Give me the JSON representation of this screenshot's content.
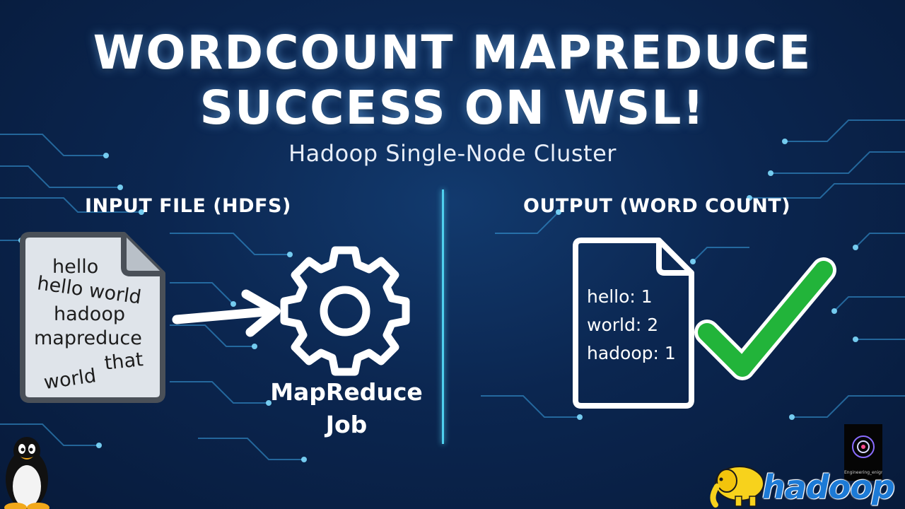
{
  "title": {
    "line1": "WORDCOUNT MAPREDUCE",
    "line2": "SUCCESS ON WSL!",
    "subtitle": "Hadoop Single-Node Cluster"
  },
  "input_section": {
    "label": "INPUT FILE (HDFS)",
    "words": [
      "hello",
      "hello world",
      "hadoop",
      "mapreduce",
      "world",
      "that"
    ]
  },
  "job": {
    "line1": "MapReduce",
    "line2": "Job"
  },
  "output_section": {
    "label": "OUTPUT (WORD COUNT)",
    "lines": [
      "hello: 1",
      "world: 2",
      "hadoop: 1"
    ]
  },
  "branding": {
    "channel_label": "Engineering_enigm",
    "hadoop_wordmark": "hadoop"
  },
  "colors": {
    "background": "#0b2650",
    "divider": "#4fd0ee",
    "circuit": "#3aa0e0",
    "checkmark": "#22b43a",
    "hadoop_brand": "#1c7ad6",
    "elephant": "#f7d21c"
  },
  "icons": [
    "circuit-lines",
    "document-icon",
    "arrow-right-icon",
    "gear-icon",
    "checkmark-icon",
    "tux-penguin-icon",
    "hadoop-elephant-icon",
    "channel-logo-icon"
  ]
}
